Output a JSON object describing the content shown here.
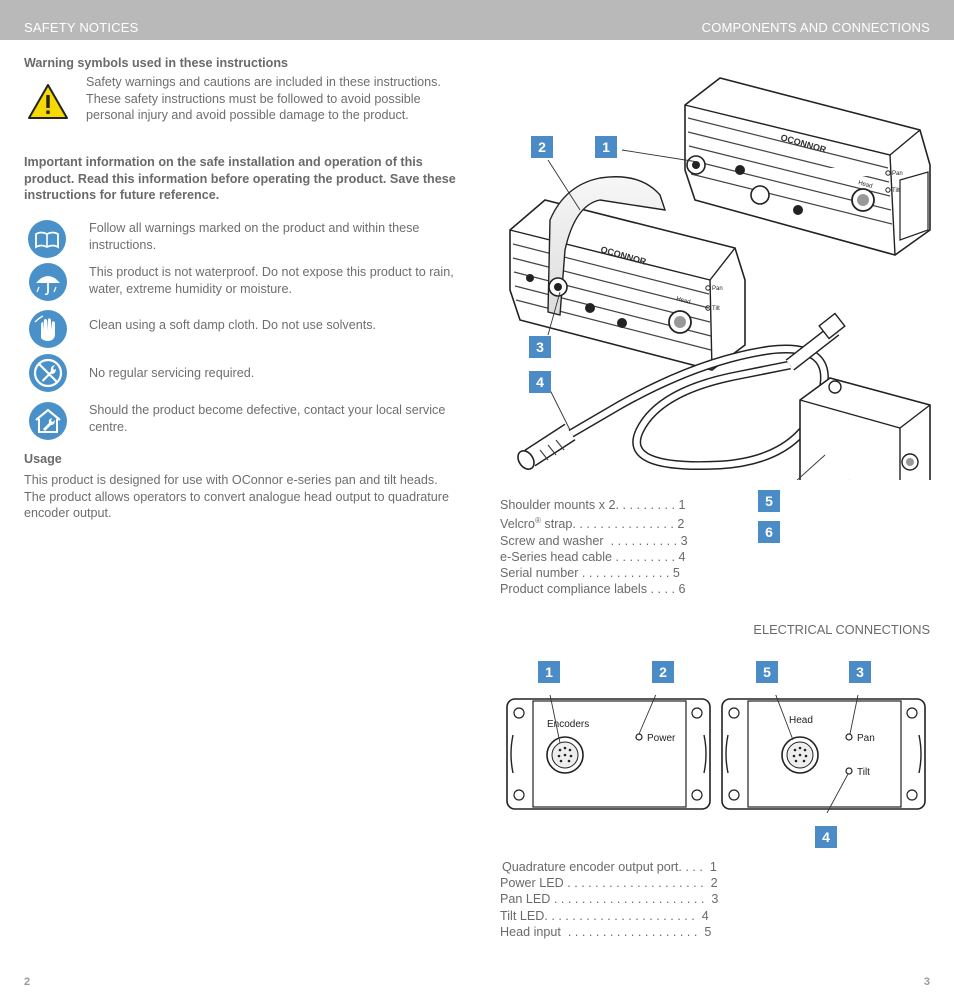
{
  "header": {
    "left_title": "SAFETY NOTICES",
    "right_title": "COMPONENTS AND CONNECTIONS"
  },
  "left": {
    "warning_heading": "Warning symbols used in these instructions",
    "warning_text": "Safety warnings and cautions are included in these instructions. These safety instructions must be followed to avoid possible personal injury and avoid possible damage to the product.",
    "important_text": "Important information on the safe installation and operation of this product. Read this information before operating the product. Save these instructions for future reference.",
    "notices": [
      {
        "icon": "read-manual-icon",
        "text": "Follow all warnings marked on the product and within these instructions."
      },
      {
        "icon": "rain-umbrella-icon",
        "text": "This product is not waterproof. Do not expose this product to rain, water, extreme humidity or moisture."
      },
      {
        "icon": "hand-clean-icon",
        "text": "Clean using a soft damp cloth. Do not use solvents."
      },
      {
        "icon": "no-servicing-icon",
        "text": "No regular servicing required."
      },
      {
        "icon": "service-centre-icon",
        "text": "Should the product become defective, contact your local service centre."
      }
    ],
    "usage_heading": "Usage",
    "usage_text": "This product is designed for use with OConnor e-series pan and tilt heads. The product allows operators to convert analogue head output to quadrature encoder output."
  },
  "components": {
    "badges": [
      "2",
      "1",
      "3",
      "4",
      "5",
      "6"
    ],
    "legend": [
      "Shoulder mounts x 2. . . . . . . . . 1",
      "Velcro",
      " strap. . . . . . . . . . . . . . . 2",
      "Screw and washer  . . . . . . . . . . 3",
      "e-Series head cable . . . . . . . . . 4",
      "Serial number . . . . . . . . . . . . . 5",
      "Product compliance labels . . . . 6"
    ],
    "registered_mark": "®"
  },
  "electrical": {
    "heading": "ELECTRICAL CONNECTIONS",
    "badges": [
      "1",
      "2",
      "5",
      "3",
      "4"
    ],
    "panel_labels": {
      "encoders": "Encoders",
      "power": "Power",
      "head": "Head",
      "pan": "Pan",
      "tilt": "Tilt"
    },
    "legend": [
      "Quadrature encoder output port. . . .  1",
      "Power LED . . . . . . . . . . . . . . . . . . . .  2",
      "Pan LED . . . . . . . . . . . . . . . . . . . . . .  3",
      "Tilt LED. . . . . . . . . . . . . . . . . . . . . .  4",
      "Head input  . . . . . . . . . . . . . . . . . . .  5"
    ]
  },
  "device_labels": {
    "brand": "OCONNOR",
    "head": "Head",
    "pan": "Pan",
    "tilt": "Tilt"
  },
  "footer": {
    "left_page": "2",
    "right_page": "3"
  },
  "colors": {
    "accent": "#4b8cc6",
    "header_bg": "#b9b9ba",
    "warning_yellow": "#f6d900"
  }
}
